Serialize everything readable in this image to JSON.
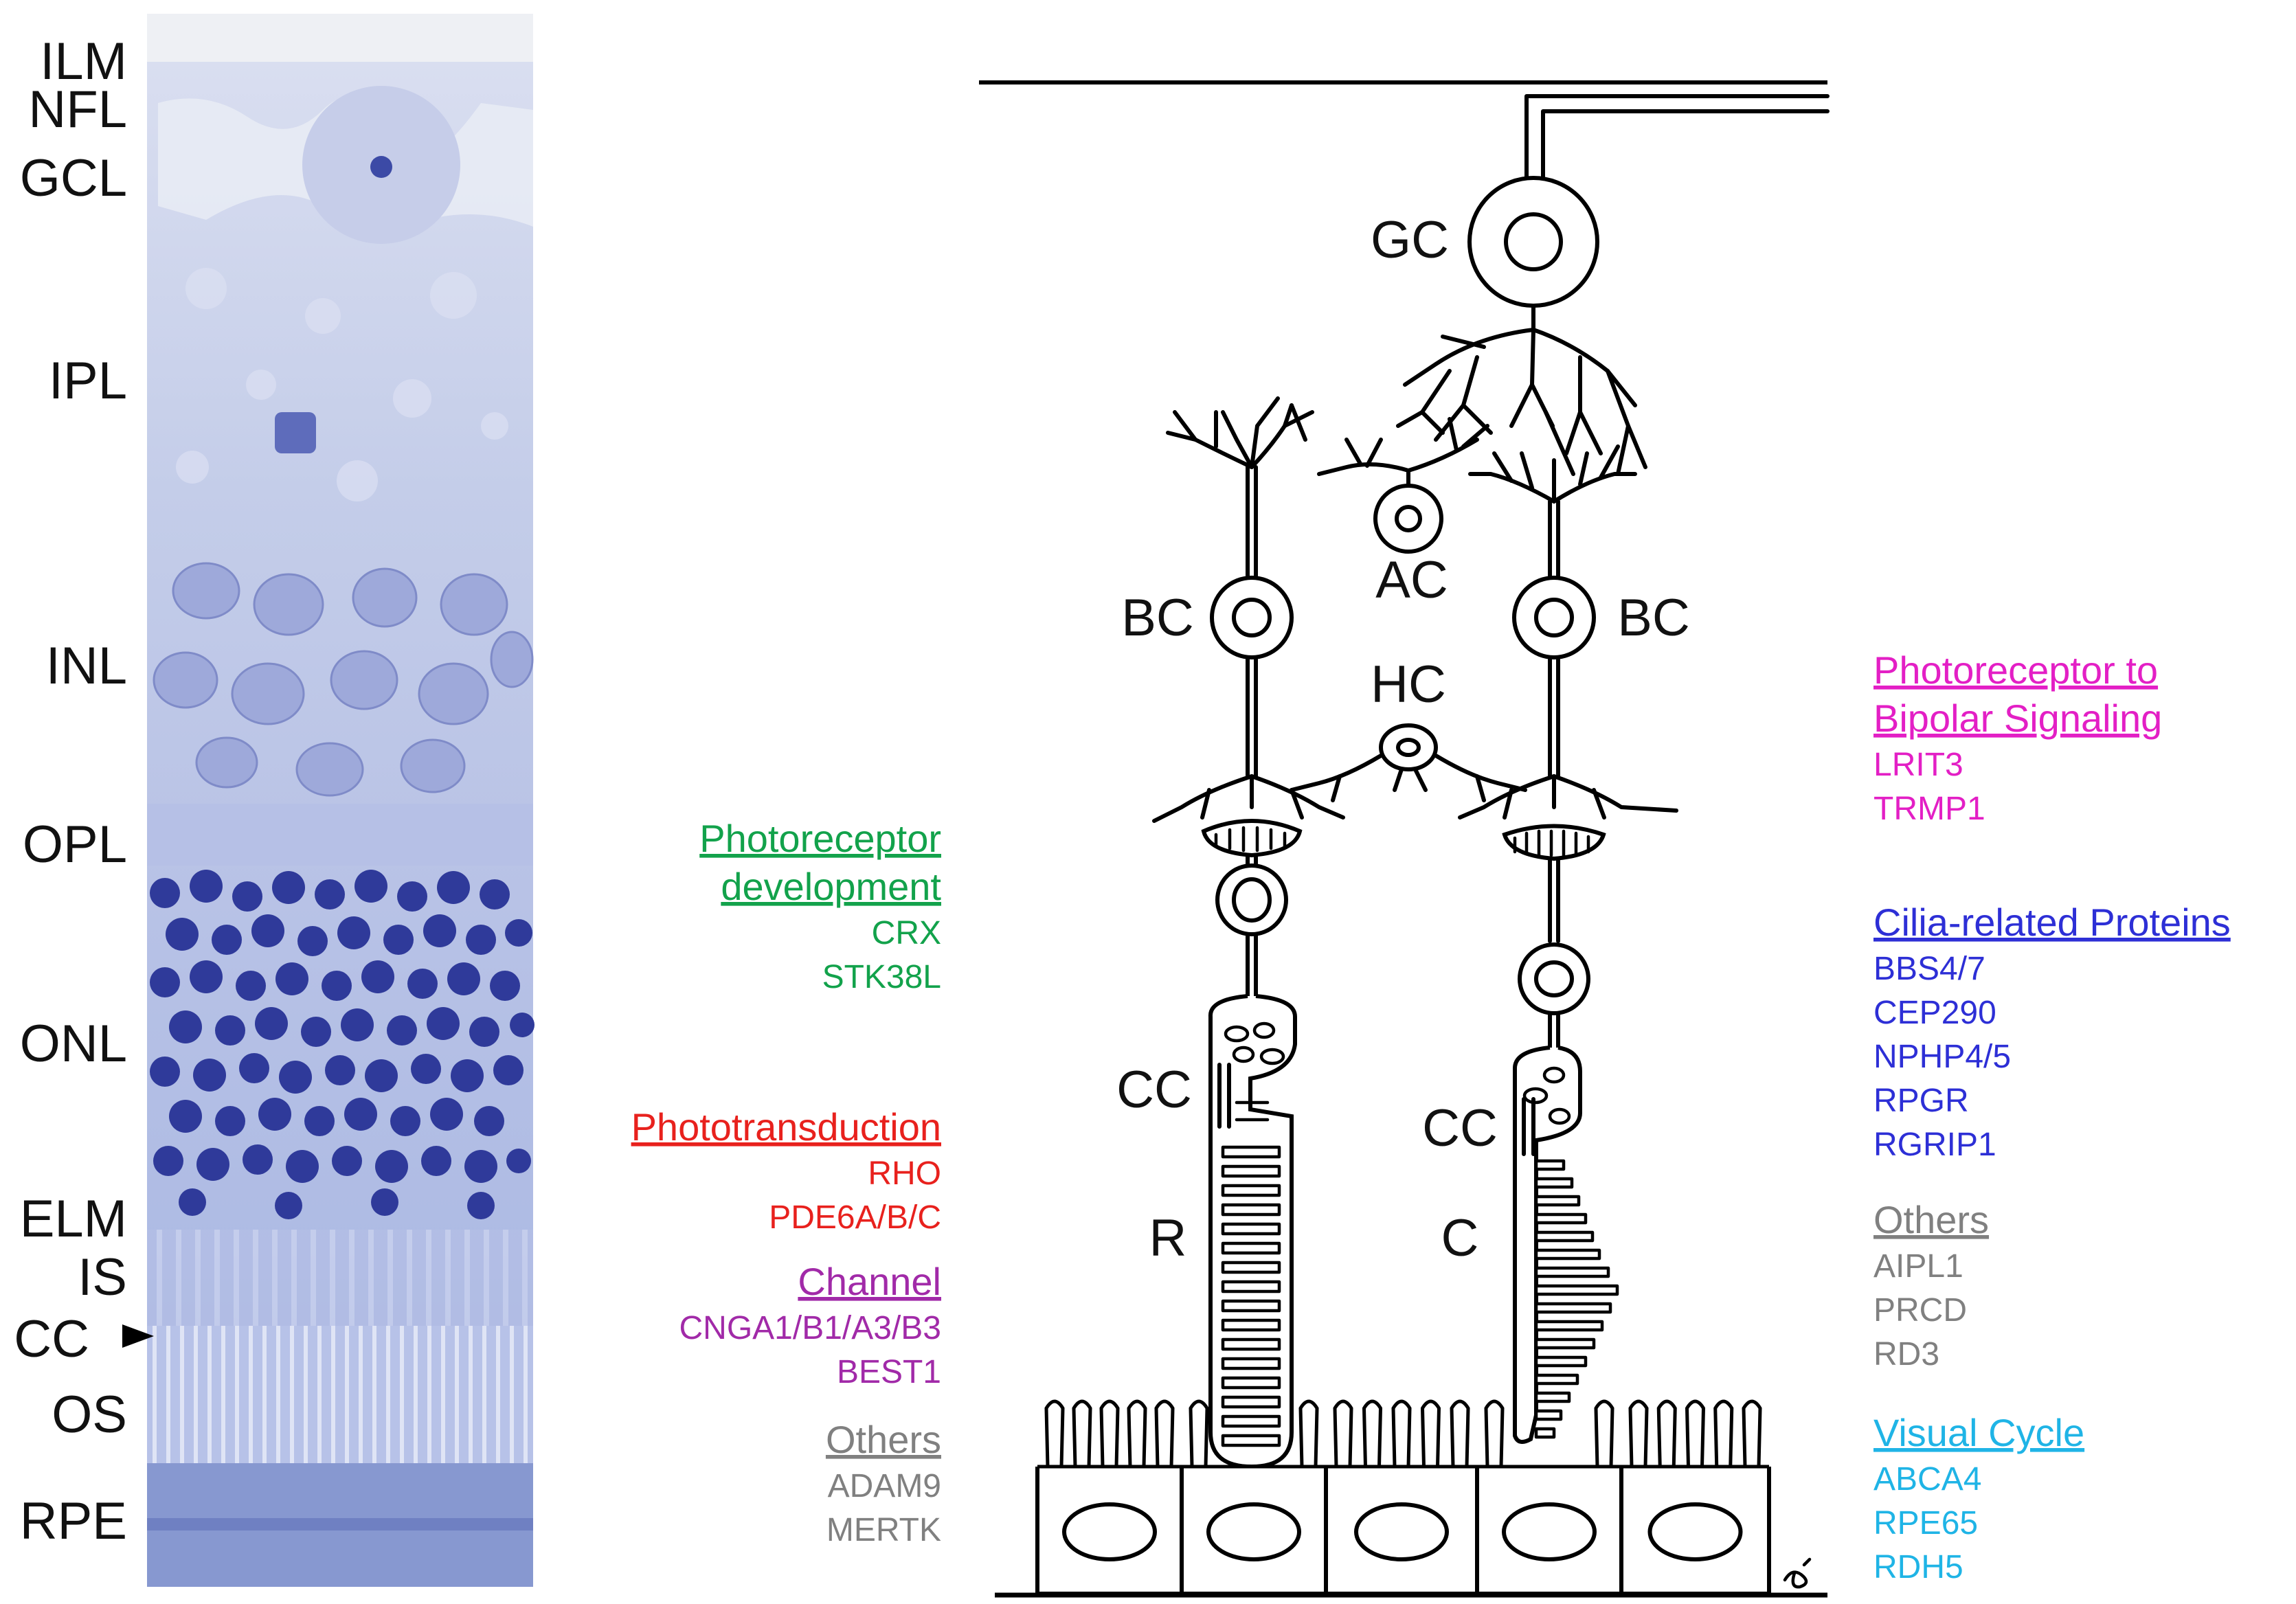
{
  "histology_layers": [
    {
      "key": "ilm",
      "label": "ILM"
    },
    {
      "key": "nfl",
      "label": "NFL"
    },
    {
      "key": "gcl",
      "label": "GCL"
    },
    {
      "key": "ipl",
      "label": "IPL"
    },
    {
      "key": "inl",
      "label": "INL"
    },
    {
      "key": "opl",
      "label": "OPL"
    },
    {
      "key": "onl",
      "label": "ONL"
    },
    {
      "key": "elm",
      "label": "ELM"
    },
    {
      "key": "is",
      "label": "IS"
    },
    {
      "key": "cc",
      "label": "CC"
    },
    {
      "key": "os",
      "label": "OS"
    },
    {
      "key": "rpe",
      "label": "RPE"
    }
  ],
  "cell_labels": {
    "gc": "GC",
    "ac": "AC",
    "bc_left": "BC",
    "bc_right": "BC",
    "hc": "HC",
    "cc_rod": "CC",
    "cc_cone": "CC",
    "rod": "R",
    "cone": "C"
  },
  "colors": {
    "development": "#12a24b",
    "phototransduction": "#e8211d",
    "channel": "#a12aa8",
    "others": "#808080",
    "bipolar_signaling": "#e31fc5",
    "cilia": "#2d2fd6",
    "visual_cycle": "#1fb4e6",
    "tissue_light": "#c9d2ec",
    "tissue_nuclei": "#2f3a9a"
  },
  "left_categories": [
    {
      "key": "development",
      "title": [
        "Photoreceptor",
        "development"
      ],
      "genes": [
        "CRX",
        "STK38L"
      ]
    },
    {
      "key": "phototransduction",
      "title": [
        "Phototransduction"
      ],
      "genes": [
        "RHO",
        "PDE6A/B/C"
      ]
    },
    {
      "key": "channel",
      "title": [
        "Channel"
      ],
      "genes": [
        "CNGA1/B1/A3/B3",
        "BEST1"
      ]
    },
    {
      "key": "others",
      "title": [
        "Others"
      ],
      "genes": [
        "ADAM9",
        "MERTK"
      ]
    }
  ],
  "right_categories": [
    {
      "key": "bipolar_signaling",
      "title": [
        "Photoreceptor to",
        "Bipolar Signaling"
      ],
      "genes": [
        "LRIT3",
        "TRMP1"
      ]
    },
    {
      "key": "cilia",
      "title": [
        "Cilia-related Proteins"
      ],
      "genes": [
        "BBS4/7",
        "CEP290",
        "NPHP4/5",
        "RPGR",
        "RGRIP1"
      ]
    },
    {
      "key": "others",
      "title": [
        "Others"
      ],
      "genes": [
        "AIPL1",
        "PRCD",
        "RD3"
      ]
    },
    {
      "key": "visual_cycle",
      "title": [
        "Visual Cycle"
      ],
      "genes": [
        "ABCA4",
        "RPE65",
        "RDH5"
      ]
    }
  ]
}
